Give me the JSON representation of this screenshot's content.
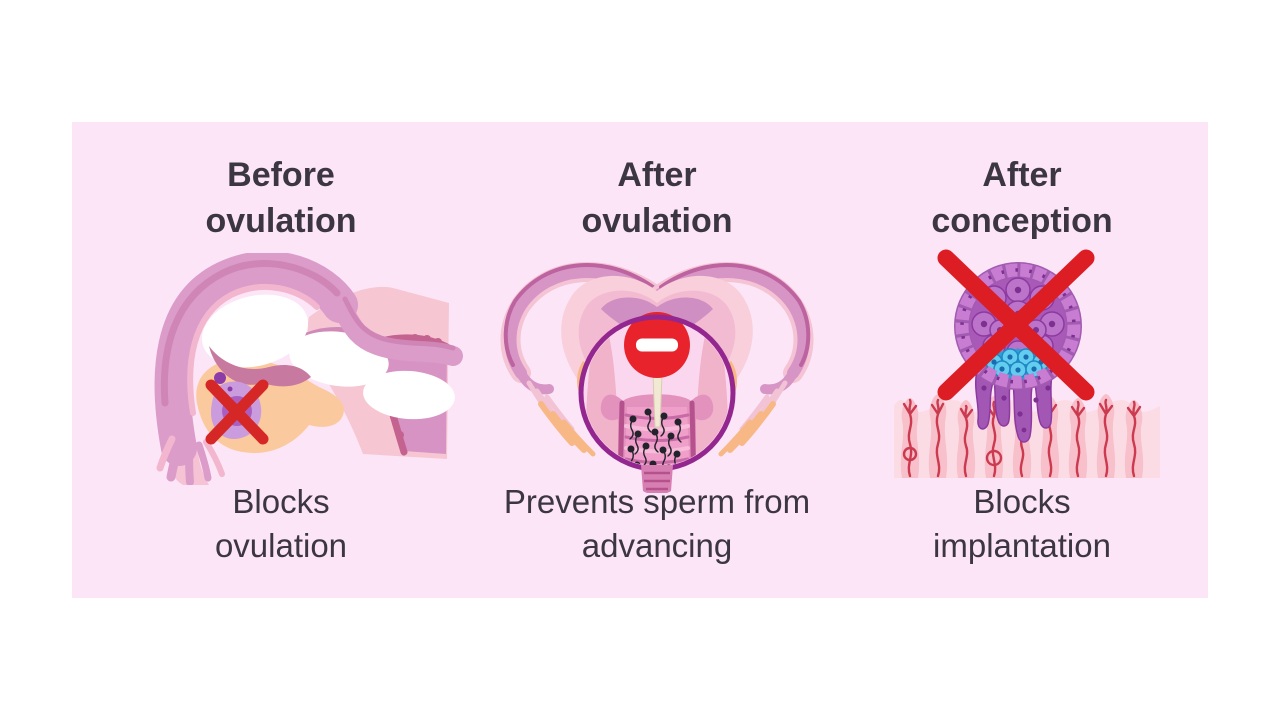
{
  "figure": {
    "type": "contraception-mechanisms-infographic",
    "background_color": "#ffffff",
    "board_color": "#fce5f6",
    "text_color": "#3c3642",
    "accent_colors": {
      "red_cross": "#d92127",
      "no_entry_sign": "#e8232c",
      "magnifier_ring": "#93278f",
      "tissue_pink": "#f8cfdb",
      "tube_mauve": "#d795c6",
      "ovary_peach": "#fbc99e",
      "follicle_purple": "#aa5fc0",
      "blastocyst_purple": "#a959b8",
      "inner_cell_mass_blue": "#63cdf0",
      "endometrium_pink": "#fbdce4",
      "vessel_red": "#cb3a4e"
    }
  },
  "panels": [
    {
      "id": "before-ovulation",
      "title": "Before\novulation",
      "caption": "Blocks\novulation",
      "illustration": "ovary and fallopian tube side view with crossed-out follicle"
    },
    {
      "id": "after-ovulation",
      "title": "After\novulation",
      "caption": "Prevents sperm from\nadvancing",
      "illustration": "uterus front view, magnified cervix with sperm stopped by no-entry sign"
    },
    {
      "id": "after-conception",
      "title": "After\nconception",
      "caption": "Blocks\nimplantation",
      "illustration": "crossed-out blastocyst above endometrium lining"
    }
  ]
}
